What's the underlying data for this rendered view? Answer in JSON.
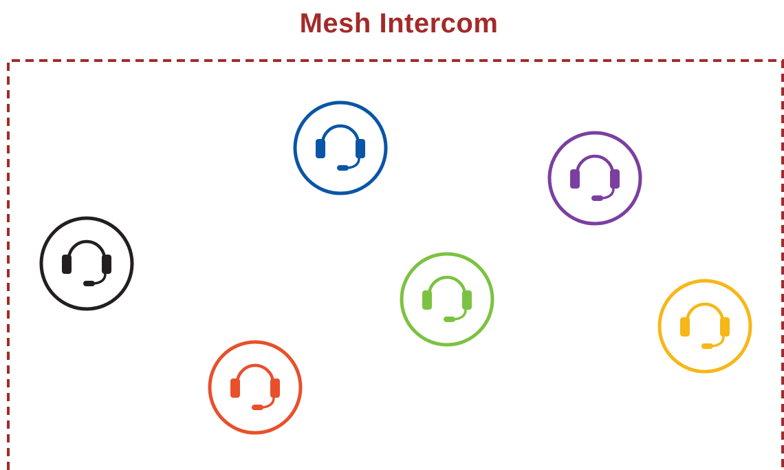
{
  "title": "Mesh Intercom",
  "colors": {
    "title": "#A32A2A",
    "frame": "#A32A2A",
    "background": "#FFFFFF"
  },
  "headsets": [
    {
      "id": "black",
      "color": "#231F20"
    },
    {
      "id": "blue",
      "color": "#0A55A6"
    },
    {
      "id": "purple",
      "color": "#7B3FA0"
    },
    {
      "id": "green",
      "color": "#7CC242"
    },
    {
      "id": "orange",
      "color": "#E8502C"
    },
    {
      "id": "yellow",
      "color": "#F6B718"
    }
  ]
}
